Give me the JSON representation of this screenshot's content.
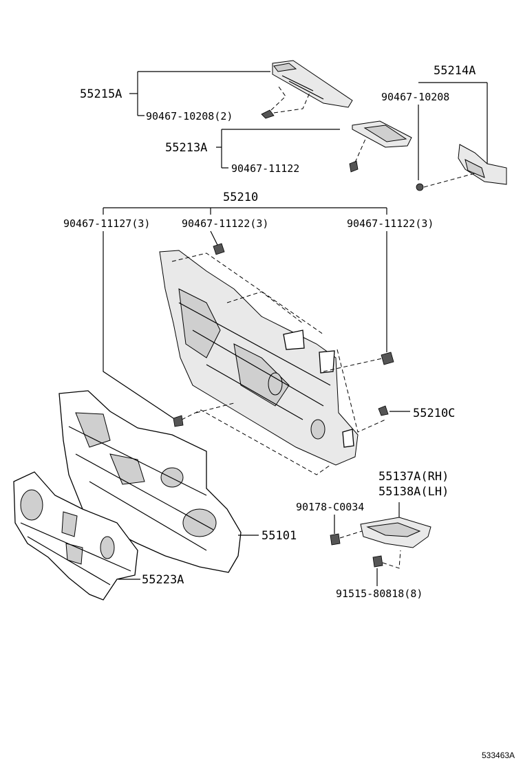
{
  "labels": {
    "l55215A": "55215A",
    "l90467_10208_2": "90467-10208(2)",
    "l55214A": "55214A",
    "l90467_10208": "90467-10208",
    "l55213A": "55213A",
    "l90467_11122": "90467-11122",
    "l55210": "55210",
    "l90467_11127_3": "90467-11127(3)",
    "l90467_11122_3a": "90467-11122(3)",
    "l90467_11122_3b": "90467-11122(3)",
    "l55210C": "55210C",
    "l55137A": "55137A(RH)",
    "l55138A": "55138A(LH)",
    "l90178": "90178-C0034",
    "l55101": "55101",
    "l55223A": "55223A",
    "l91515": "91515-80818(8)",
    "ref": "533463A"
  }
}
